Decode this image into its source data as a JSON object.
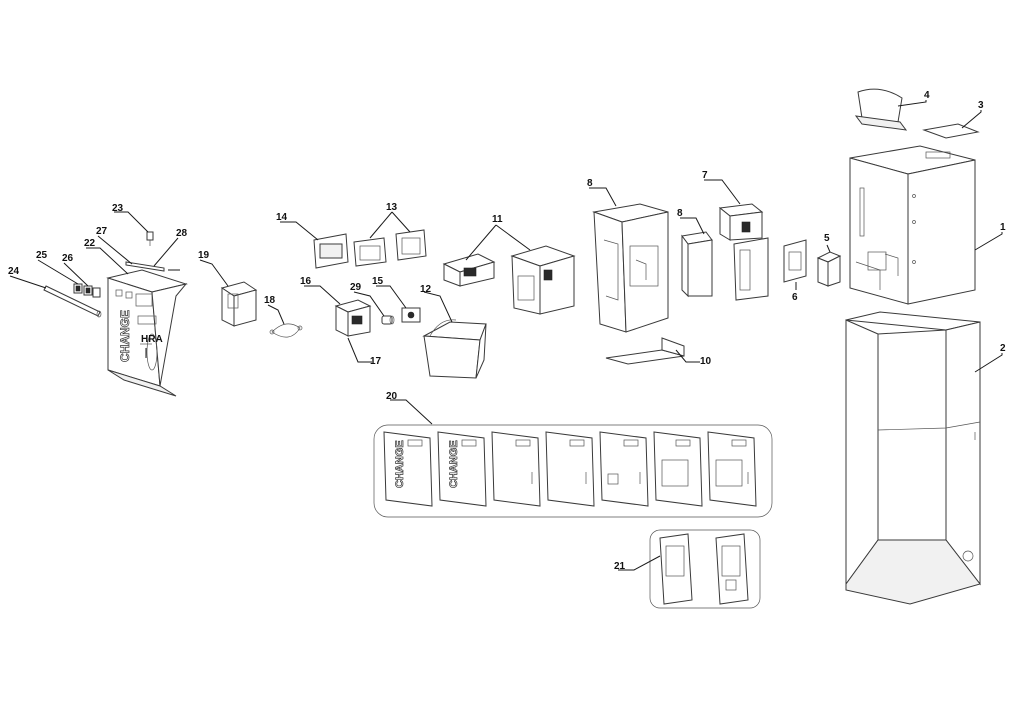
{
  "callouts": {
    "c1": "1",
    "c2": "2",
    "c3": "3",
    "c4": "4",
    "c5": "5",
    "c6": "6",
    "c7": "7",
    "c8a": "8",
    "c8b": "8",
    "c10": "10",
    "c11": "11",
    "c12": "12",
    "c13": "13",
    "c14": "14",
    "c15": "15",
    "c16": "16",
    "c17": "17",
    "c18": "18",
    "c19": "19",
    "c20": "20",
    "c21": "21",
    "c22": "22",
    "c23": "23",
    "c24": "24",
    "c25": "25",
    "c26": "26",
    "c27": "27",
    "c28": "28",
    "c29": "29"
  },
  "markings": {
    "front_panel_word": "CHANGE",
    "front_panel_brand": "HRA",
    "panel_a_word": "CHANGE",
    "panel_b_word": "CHANGE"
  }
}
